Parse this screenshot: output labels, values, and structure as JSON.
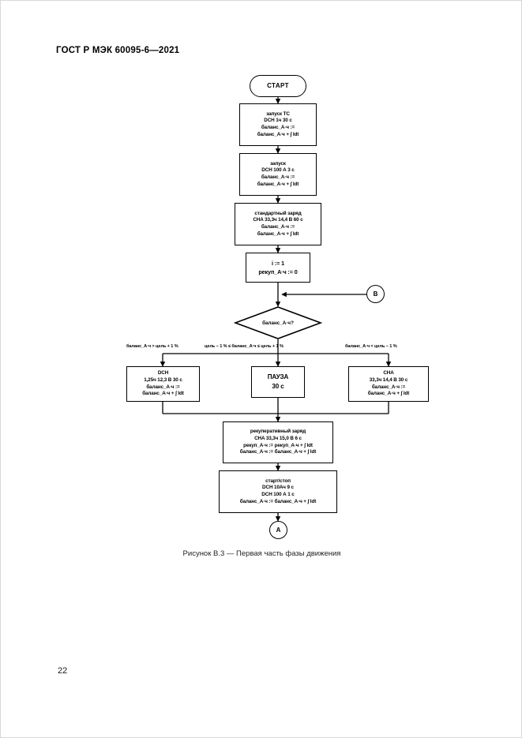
{
  "document": {
    "header": "ГОСТ Р МЭК 60095-6—2021",
    "page_number": "22",
    "figure_caption": "Рисунок В.3 — Первая часть фазы движения"
  },
  "flowchart": {
    "start": {
      "label": "СТАРТ"
    },
    "node_launch_ts": {
      "line1": "запуск ТС",
      "line2": "DCH 1ч 30 с",
      "line3": "баланс_А·ч :=",
      "line4": "баланс_А·ч + ∫ Idt"
    },
    "node_launch": {
      "line1": "запуск",
      "line2": "DCH 100 А 3 с",
      "line3": "баланс_А·ч :=",
      "line4": "баланс_А·ч + ∫ Idt"
    },
    "node_standard_charge": {
      "line1": "стандартный заряд",
      "line2": "CHA 33,3ч 14,4 В 60 с",
      "line3": "баланс_А·ч :=",
      "line4": "баланс_А·ч + ∫ Idt"
    },
    "node_init": {
      "line1": "i := 1",
      "line2": "рекуп_А·ч := 0"
    },
    "decision": {
      "label": "баланс_А·ч?"
    },
    "connector_b": {
      "label": "В"
    },
    "connector_a": {
      "label": "А"
    },
    "branch_labels": {
      "left": "баланс_А·ч > цель + 1 %",
      "middle": "цель − 1 % ≤ баланс_А·ч ≤ цель + 1 %",
      "right": "баланс_А·ч < цель − 1 %"
    },
    "node_dch": {
      "line1": "DCH",
      "line2": "1,25ч 12,3 В 30 с",
      "line3": "баланс_А·ч :=",
      "line4": "баланс_А·ч + ∫ Idt"
    },
    "node_pause": {
      "line1": "ПАУЗА",
      "line2": "30 с"
    },
    "node_cha": {
      "line1": "CHA",
      "line2": "33,3ч 14,4 В 30 с",
      "line3": "баланс_А·ч :=",
      "line4": "баланс_А·ч + ∫ Idt"
    },
    "node_recuperative_charge": {
      "line1": "рекуперативный заряд",
      "line2": "CHA 33,3ч 15,0 В 6 с",
      "line3": "рекуп_А·ч := рекуп_А·ч + ∫ Idt",
      "line4": "баланс_А·ч := баланс_А·ч + ∫ Idt"
    },
    "node_start_stop": {
      "line1": "старт/стоп",
      "line2": "DCH 10Ач 9 с",
      "line3": "DCH 100 А 1 с",
      "line4": "баланс_А·ч := баланс_А·ч + ∫ Idt"
    }
  }
}
